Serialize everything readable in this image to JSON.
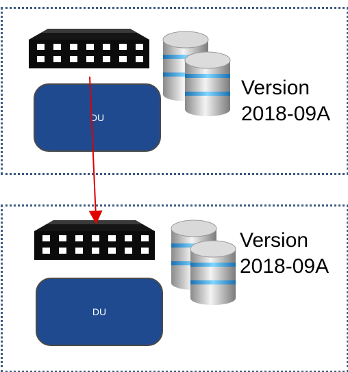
{
  "sites": [
    {
      "du_label": "DU",
      "version_line1": "Version",
      "version_line2": "2018-09A"
    },
    {
      "du_label": "DU",
      "version_line1": "Version",
      "version_line2": "2018-09A"
    }
  ],
  "colors": {
    "border": "#3d5a80",
    "du_fill": "#1f4a8f",
    "arrow": "#e00000",
    "switch": "#111111",
    "db_ring": "#2fa8e0"
  },
  "icons": [
    "network-switch-icon",
    "database-icon"
  ]
}
